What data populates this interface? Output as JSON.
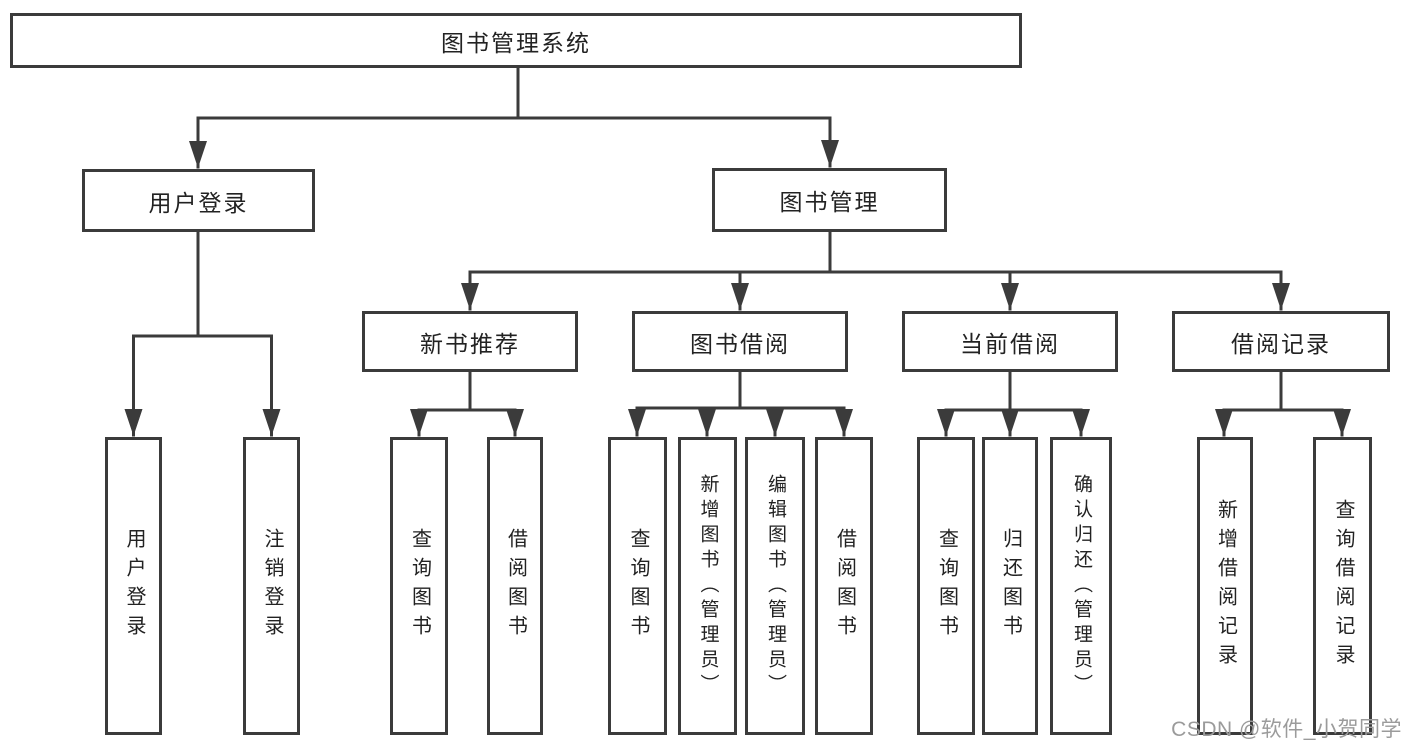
{
  "tree": {
    "root": {
      "label": "图书管理系统"
    },
    "branches": [
      {
        "label": "用户登录",
        "children": [
          {
            "label": "用户登录"
          },
          {
            "label": "注销登录"
          }
        ]
      },
      {
        "label": "图书管理",
        "children": [
          {
            "label": "新书推荐",
            "children": [
              {
                "label": "查询图书"
              },
              {
                "label": "借阅图书"
              }
            ]
          },
          {
            "label": "图书借阅",
            "children": [
              {
                "label": "查询图书"
              },
              {
                "label": "新增图书（管理员）"
              },
              {
                "label": "编辑图书（管理员）"
              },
              {
                "label": "借阅图书"
              }
            ]
          },
          {
            "label": "当前借阅",
            "children": [
              {
                "label": "查询图书"
              },
              {
                "label": "归还图书"
              },
              {
                "label": "确认归还（管理员）"
              }
            ]
          },
          {
            "label": "借阅记录",
            "children": [
              {
                "label": "新增借阅记录"
              },
              {
                "label": "查询借阅记录"
              }
            ]
          }
        ]
      }
    ]
  },
  "watermark": {
    "text": "CSDN @软件_小贺同学"
  },
  "colors": {
    "line": "#3b3b3b",
    "border": "#3b3b3b",
    "text": "#222222",
    "watermark": "#9b9b9b",
    "background": "#ffffff"
  }
}
